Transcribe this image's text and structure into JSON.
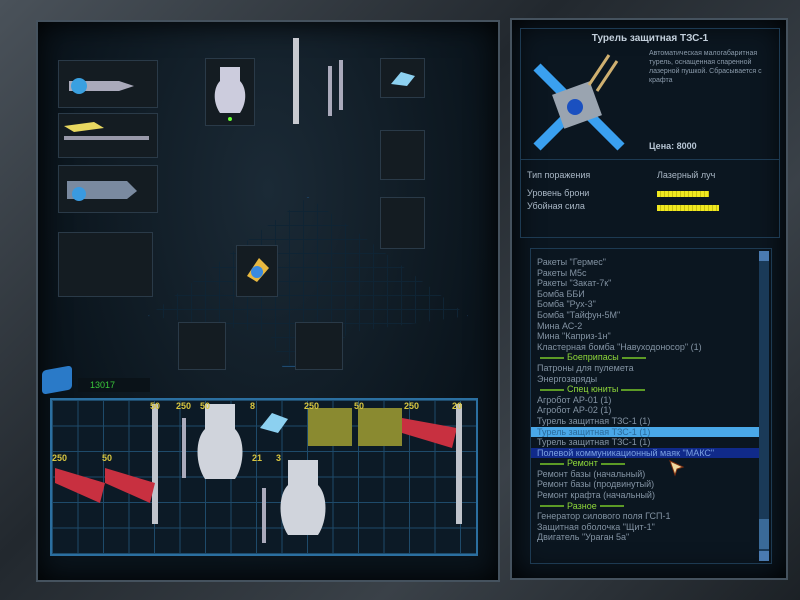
{
  "title": "Турель защитная ТЗС-1",
  "description": "Автоматическая малогабаритная турель, оснащенная спаренной лазерной пушкой. Сбрасывается с крафта",
  "price": "Цена: 8000",
  "stats": [
    {
      "label": "Тип поражения",
      "value": "Лазерный луч"
    },
    {
      "label": "Уровень брони",
      "level": 0.75
    },
    {
      "label": "Убойная сила",
      "level": 0.9
    }
  ],
  "money": "13017",
  "inventory_counts": [
    "50",
    "250",
    "50",
    "8",
    "250",
    "50",
    "250",
    "20",
    "250",
    "50",
    "21",
    "3"
  ],
  "list": [
    {
      "t": "Ракеты \"Гермес\""
    },
    {
      "t": "Ракеты М5с"
    },
    {
      "t": "Ракеты \"Закат-7к\""
    },
    {
      "t": "Бомба ББИ"
    },
    {
      "t": "Бомба \"Рух-3\""
    },
    {
      "t": "Бомба \"Тайфун-5М\""
    },
    {
      "t": "Мина АС-2"
    },
    {
      "t": "Мина \"Каприз-1н\""
    },
    {
      "t": "Кластерная бомба \"Навуходоносор\" (1)"
    },
    {
      "t": "Боеприпасы",
      "h": 1
    },
    {
      "t": "Патроны для пулемета"
    },
    {
      "t": "Энергозаряды"
    },
    {
      "t": "Спец юниты",
      "h": 1
    },
    {
      "t": "Агробот АР-01 (1)"
    },
    {
      "t": "Агробот АР-02 (1)"
    },
    {
      "t": "Турель защитная ТЗС-1 (1)"
    },
    {
      "t": "Турель защитная ТЗС-1 (1)",
      "s": 1
    },
    {
      "t": "Турель защитная ТЗС-1 (1)"
    },
    {
      "t": "Полевой коммуникационный маяк \"МАКС\"",
      "v": 1
    },
    {
      "t": "Ремонт",
      "h": 1
    },
    {
      "t": "Ремонт базы (начальный)"
    },
    {
      "t": "Ремонт базы (продвинутый)"
    },
    {
      "t": "Ремонт крафта (начальный)"
    },
    {
      "t": "Разное",
      "h": 1
    },
    {
      "t": "Генератор силового поля ГСП-1"
    },
    {
      "t": "Защитная оболочка \"Щит-1\""
    },
    {
      "t": "Двигатель \"Ураган 5а\""
    }
  ]
}
